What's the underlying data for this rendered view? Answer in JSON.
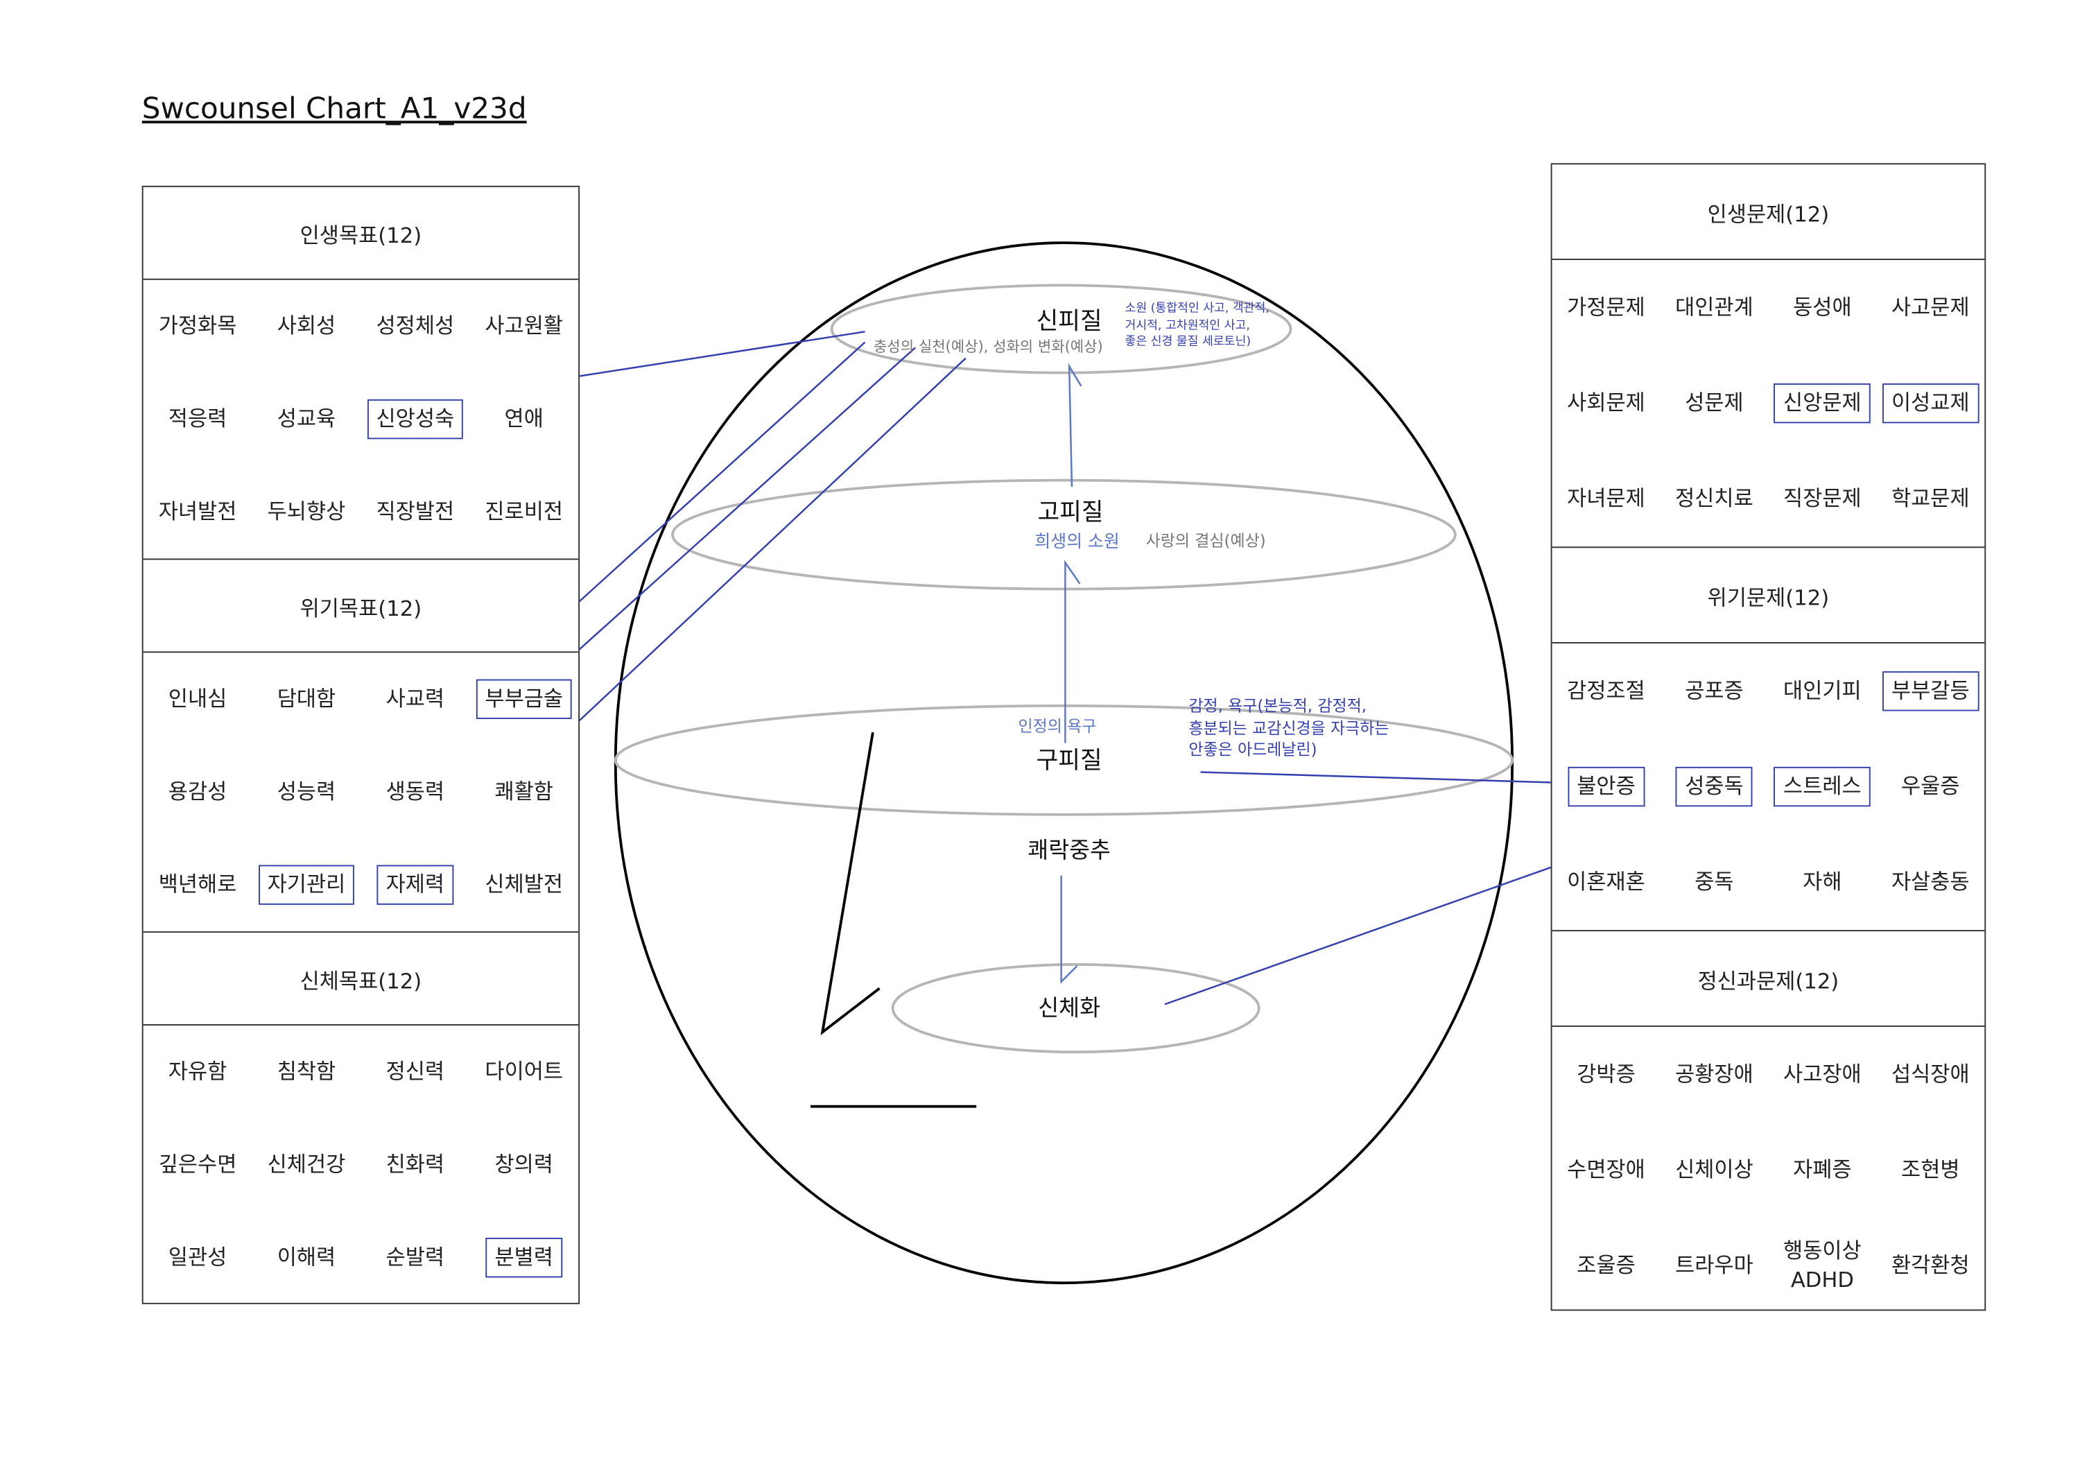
{
  "title": "Swcounsel Chart_A1_v23d",
  "left": [
    {
      "header": "인생목표(12)",
      "items": [
        "가정화목",
        "사회성",
        "성정체성",
        "사고원활",
        "적응력",
        "성교육",
        "신앙성숙",
        "연애",
        "자녀발전",
        "두뇌향상",
        "직장발전",
        "진로비전"
      ],
      "boxed": [
        6
      ]
    },
    {
      "header": "위기목표(12)",
      "items": [
        "인내심",
        "담대함",
        "사교력",
        "부부금술",
        "용감성",
        "성능력",
        "생동력",
        "쾌활함",
        "백년해로",
        "자기관리",
        "자제력",
        "신체발전"
      ],
      "boxed": [
        3,
        9,
        10
      ]
    },
    {
      "header": "신체목표(12)",
      "items": [
        "자유함",
        "침착함",
        "정신력",
        "다이어트",
        "깊은수면",
        "신체건강",
        "친화력",
        "창의력",
        "일관성",
        "이해력",
        "순발력",
        "분별력"
      ],
      "boxed": [
        11
      ]
    }
  ],
  "right": [
    {
      "header": "인생문제(12)",
      "items": [
        "가정문제",
        "대인관계",
        "동성애",
        "사고문제",
        "사회문제",
        "성문제",
        "신앙문제",
        "이성교제",
        "자녀문제",
        "정신치료",
        "직장문제",
        "학교문제"
      ],
      "boxed": [
        6,
        7
      ]
    },
    {
      "header": "위기문제(12)",
      "items": [
        "감정조절",
        "공포증",
        "대인기피",
        "부부갈등",
        "불안증",
        "성중독",
        "스트레스",
        "우울증",
        "이혼재혼",
        "중독",
        "자해",
        "자살충동"
      ],
      "boxed": [
        3,
        4,
        5,
        6
      ]
    },
    {
      "header": "정신과문제(12)",
      "items": [
        "강박증",
        "공황장애",
        "사고장애",
        "섭식장애",
        "수면장애",
        "신체이상",
        "자폐증",
        "조현병",
        "조울증",
        "트라우마",
        "행동이상 ADHD",
        "환각환청"
      ],
      "boxed": []
    }
  ],
  "brain": {
    "neocortex": "신피질",
    "neocortex_note": [
      "소원 (통합적인 사고, 객관적,",
      "거시적, 고차원적인 사고,",
      "좋은 신경 물질 세로토닌)"
    ],
    "neocortex_sub": "충성의 실천(예상), 성화의 변화(예상)",
    "paleocortex": "고피질",
    "paleocortex_blue": "희생의 소원",
    "paleocortex_gray": "사랑의 결심(예상)",
    "archicortex_blue": "인정의 욕구",
    "archicortex": "구피질",
    "archicortex_note": [
      "감정, 욕구(본능적, 감정적,",
      "흥분되는 교감신경을 자극하는",
      "안좋은 아드레날린)"
    ],
    "pleasure": "쾌락중추",
    "somatization": "신체화"
  },
  "colors": {
    "blue": "#3340b0",
    "lightblue": "#5a78c8",
    "gray": "#b5b5b5",
    "text_gray": "#777777"
  }
}
